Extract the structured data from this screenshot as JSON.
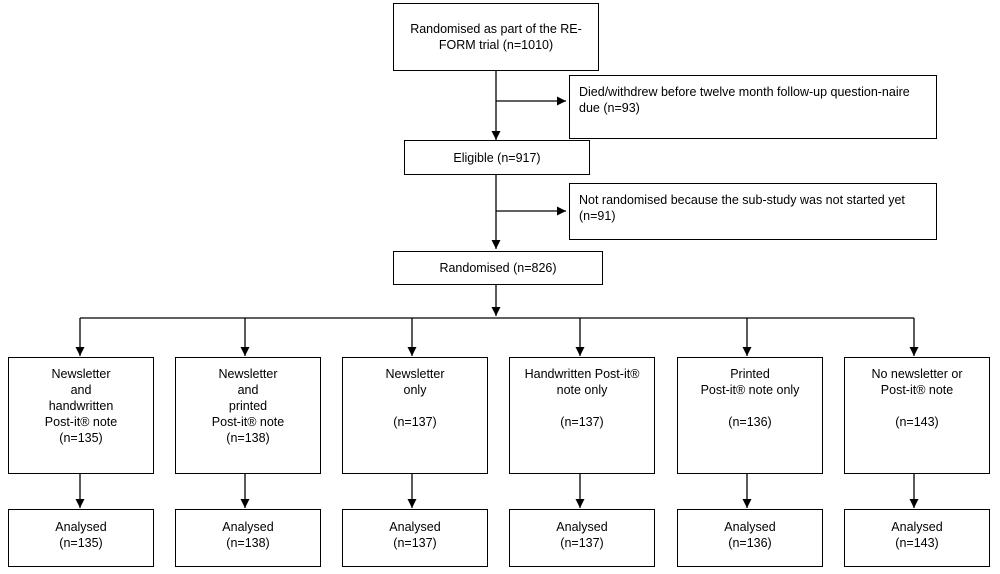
{
  "diagram": {
    "randomised_trial": "Randomised as part of the RE-FORM trial (n=1010)",
    "excluded_died": "Died/withdrew before twelve month follow-up question-naire due (n=93)",
    "eligible": "Eligible (n=917)",
    "excluded_not_randomised": "Not randomised because the sub-study was not started yet (n=91)",
    "randomised": "Randomised (n=826)",
    "arms": [
      {
        "lines": [
          "Newsletter",
          "and",
          "handwritten",
          "Post-it® note",
          "(n=135)"
        ],
        "gap_after": -1,
        "analysed": [
          "Analysed",
          "(n=135)"
        ]
      },
      {
        "lines": [
          "Newsletter",
          "and",
          "printed",
          "Post-it® note",
          "(n=138)"
        ],
        "gap_after": -1,
        "analysed": [
          "Analysed",
          "(n=138)"
        ]
      },
      {
        "lines": [
          "Newsletter",
          "only",
          "(n=137)"
        ],
        "gap_after": 1,
        "analysed": [
          "Analysed",
          "(n=137)"
        ]
      },
      {
        "lines": [
          "Handwritten Post-it®",
          "note only",
          "(n=137)"
        ],
        "gap_after": 1,
        "analysed": [
          "Analysed",
          "(n=137)"
        ]
      },
      {
        "lines": [
          "Printed",
          "Post-it® note only",
          "(n=136)"
        ],
        "gap_after": 1,
        "analysed": [
          "Analysed",
          "(n=136)"
        ]
      },
      {
        "lines": [
          "No newsletter or",
          "Post-it® note",
          "(n=143)"
        ],
        "gap_after": 1,
        "analysed": [
          "Analysed",
          "(n=143)"
        ]
      }
    ]
  }
}
